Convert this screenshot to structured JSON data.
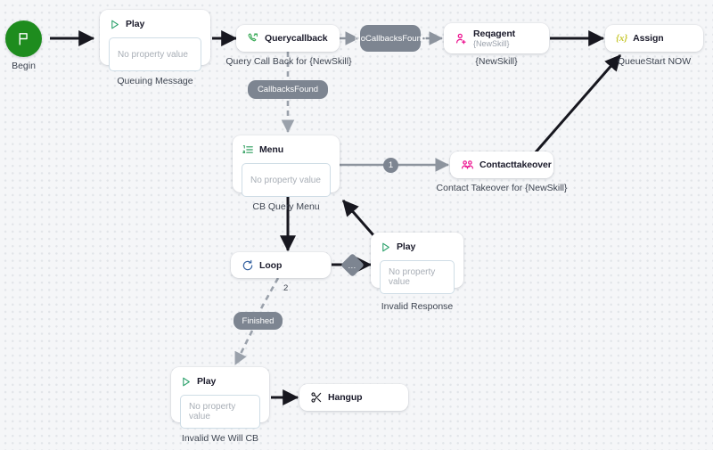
{
  "canvas": {
    "background_color": "#f5f6f8",
    "grid_dot_color": "#e2e5e9"
  },
  "colors": {
    "begin_green": "#1e8c1e",
    "play_green": "#2aa06a",
    "phone_green": "#34a853",
    "menu_green": "#2f9e5e",
    "agent_pink": "#ec0b8c",
    "takeover_pink": "#ec0b8c",
    "assign_yellow": "#c8c832",
    "loop_blue": "#2f5d9e",
    "hangup_black": "#17171f",
    "badge_gray": "#7d8591",
    "solid_edge": "#17171f",
    "dashed_edge": "#9aa1ab",
    "gray_edge": "#8d949e"
  },
  "nodes": [
    {
      "id": "begin",
      "type": "start",
      "icon": "flag-icon",
      "caption": "Begin"
    },
    {
      "id": "queuing-message",
      "type": "play",
      "icon": "play-icon",
      "title": "Play",
      "property_placeholder": "No property value",
      "caption": "Queuing Message"
    },
    {
      "id": "querycallback",
      "type": "action",
      "icon": "phone-callback-icon",
      "title": "Querycallback",
      "caption": "Query Call Back for {NewSkill}"
    },
    {
      "id": "reqagent",
      "type": "action",
      "icon": "person-plus-icon",
      "title": "Reqagent",
      "subtitle": "{NewSkill}",
      "caption": "{NewSkill}"
    },
    {
      "id": "assign",
      "type": "action",
      "icon": "variable-icon",
      "title": "Assign",
      "icon_text": "{x}",
      "caption": "QueueStart NOW"
    },
    {
      "id": "cb-query-menu",
      "type": "menu",
      "icon": "numbered-list-icon",
      "title": "Menu",
      "property_placeholder": "No property value",
      "caption": "CB Query Menu"
    },
    {
      "id": "contacttakeover",
      "type": "action",
      "icon": "contact-takeover-icon",
      "title": "Contacttakeover",
      "caption": "Contact Takeover for {NewSkill}"
    },
    {
      "id": "loop",
      "type": "loop",
      "icon": "loop-icon",
      "title": "Loop"
    },
    {
      "id": "invalid-response",
      "type": "play",
      "icon": "play-icon",
      "title": "Play",
      "property_placeholder": "No property value",
      "caption": "Invalid Response"
    },
    {
      "id": "invalid-we-will-cb",
      "type": "play",
      "icon": "play-icon",
      "title": "Play",
      "property_placeholder": "No property value",
      "caption": "Invalid We Will CB"
    },
    {
      "id": "hangup",
      "type": "action",
      "icon": "scissors-icon",
      "title": "Hangup"
    }
  ],
  "edge_labels": {
    "no_callbacks_found": "NoCallbacksFound",
    "callbacks_found": "CallbacksFound",
    "menu_option_one": "1",
    "loop_option_two": "2",
    "loop_default": "...",
    "finished": "Finished"
  }
}
